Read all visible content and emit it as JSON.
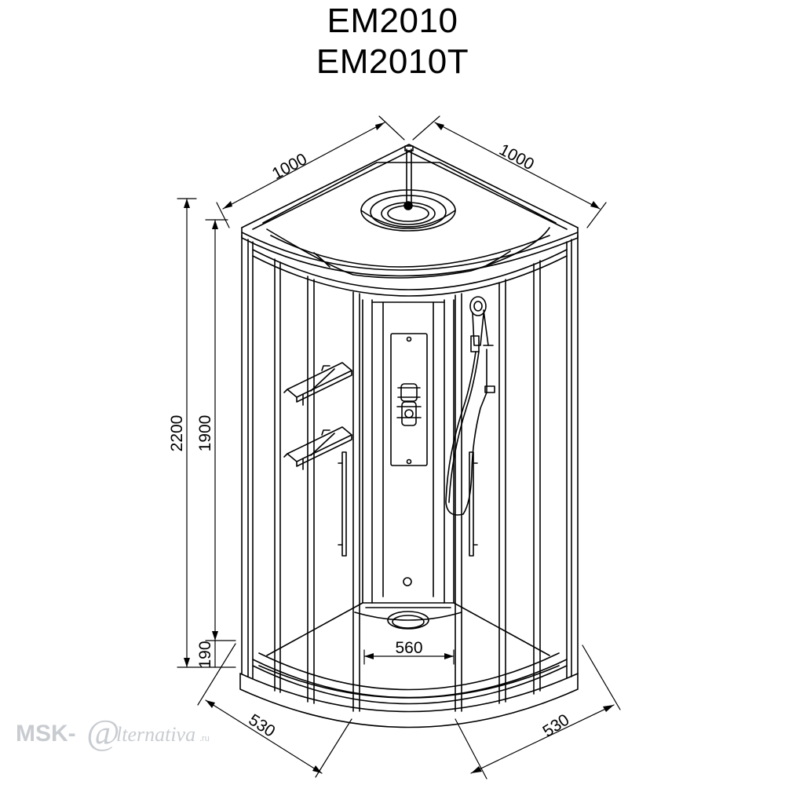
{
  "titles": [
    "EM2010",
    "EM2010T"
  ],
  "dimensions": {
    "width_left": "1000",
    "width_right": "1000",
    "total_height": "2200",
    "cabin_height": "1900",
    "tray_height": "190",
    "drain_width": "560",
    "front_left": "530",
    "front_right": "530"
  },
  "watermark": {
    "brand": "MSK-",
    "at": "@",
    "word": "lternativa",
    "domain": ".ru"
  },
  "colors": {
    "line": "#000000",
    "watermark": "#c8ccd0"
  }
}
